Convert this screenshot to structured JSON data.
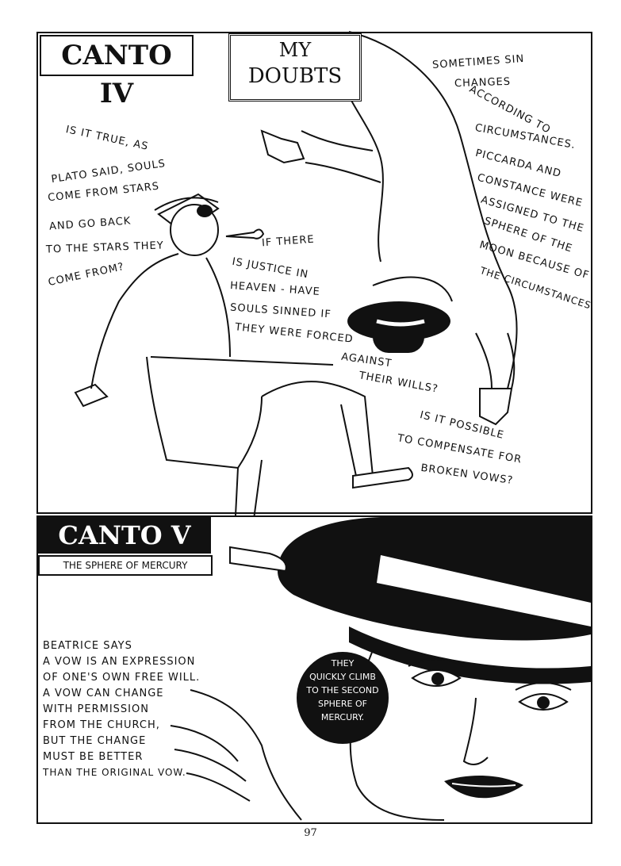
{
  "panel_top": {
    "canto_label": "CANTO IV",
    "heading": [
      "MY",
      "DOUBTS"
    ],
    "question_left": [
      "IS IT TRUE, AS",
      "PLATO SAID, SOULS",
      "COME FROM STARS",
      "AND GO BACK",
      "TO THE STARS THEY",
      "COME FROM?"
    ],
    "question_center": [
      "IF THERE",
      "IS JUSTICE IN",
      "HEAVEN - HAVE",
      "SOULS SINNED IF",
      "THEY WERE FORCED",
      "AGAINST",
      "THEIR WILLS?"
    ],
    "question_right": [
      "SOMETIMES SIN",
      "CHANGES",
      "ACCORDING TO",
      "CIRCUMSTANCES.",
      "PICCARDA AND",
      "CONSTANCE WERE",
      "ASSIGNED TO THE",
      "SPHERE OF THE",
      "MOON BECAUSE OF",
      "THE CIRCUMSTANCES."
    ],
    "question_bottom": [
      "IS IT POSSIBLE",
      "TO COMPENSATE FOR",
      "BROKEN VOWS?"
    ]
  },
  "panel_bottom": {
    "canto_label": "CANTO V",
    "subtitle": "THE SPHERE OF MERCURY",
    "narration": [
      "BEATRICE SAYS",
      "A VOW IS AN EXPRESSION",
      "OF ONE'S OWN FREE WILL.",
      "A VOW CAN CHANGE",
      "WITH PERMISSION",
      "FROM THE CHURCH,",
      "BUT THE CHANGE",
      "MUST BE BETTER",
      "THAN THE ORIGINAL VOW."
    ],
    "bubble": [
      "THEY",
      "QUICKLY CLIMB",
      "TO THE SECOND",
      "SPHERE OF",
      "MERCURY."
    ]
  },
  "page_number": "97"
}
